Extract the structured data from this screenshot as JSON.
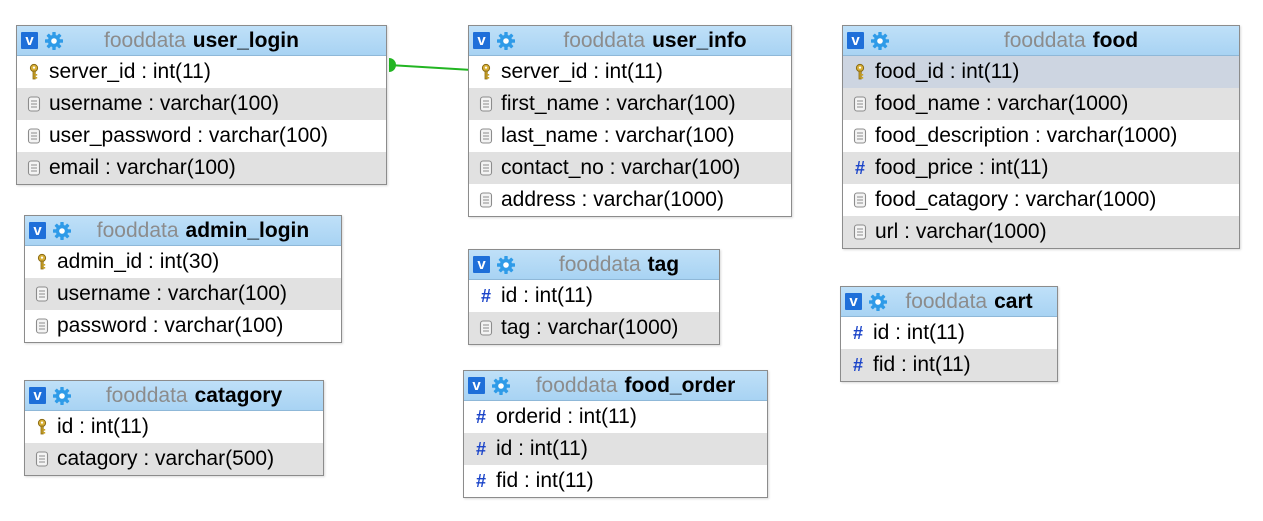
{
  "db": "fooddata",
  "tables": {
    "user_login": {
      "name": "user_login",
      "columns": [
        {
          "text": "server_id : int(11)",
          "icon": "key-icon"
        },
        {
          "text": "username : varchar(100)",
          "icon": "column-icon"
        },
        {
          "text": "user_password : varchar(100)",
          "icon": "column-icon"
        },
        {
          "text": "email : varchar(100)",
          "icon": "column-icon"
        }
      ]
    },
    "admin_login": {
      "name": "admin_login",
      "columns": [
        {
          "text": "admin_id : int(30)",
          "icon": "key-icon"
        },
        {
          "text": "username : varchar(100)",
          "icon": "column-icon"
        },
        {
          "text": "password : varchar(100)",
          "icon": "column-icon"
        }
      ]
    },
    "catagory": {
      "name": "catagory",
      "columns": [
        {
          "text": "id : int(11)",
          "icon": "key-icon"
        },
        {
          "text": "catagory : varchar(500)",
          "icon": "column-icon"
        }
      ]
    },
    "user_info": {
      "name": "user_info",
      "columns": [
        {
          "text": "server_id : int(11)",
          "icon": "key-icon"
        },
        {
          "text": "first_name : varchar(100)",
          "icon": "column-icon"
        },
        {
          "text": "last_name : varchar(100)",
          "icon": "column-icon"
        },
        {
          "text": "contact_no : varchar(100)",
          "icon": "column-icon"
        },
        {
          "text": "address : varchar(1000)",
          "icon": "column-icon"
        }
      ]
    },
    "tag": {
      "name": "tag",
      "columns": [
        {
          "text": "id : int(11)",
          "icon": "hash-icon"
        },
        {
          "text": "tag : varchar(1000)",
          "icon": "column-icon"
        }
      ]
    },
    "food_order": {
      "name": "food_order",
      "columns": [
        {
          "text": "orderid : int(11)",
          "icon": "hash-icon"
        },
        {
          "text": "id : int(11)",
          "icon": "hash-icon"
        },
        {
          "text": "fid : int(11)",
          "icon": "hash-icon"
        }
      ]
    },
    "food": {
      "name": "food",
      "columns": [
        {
          "text": "food_id : int(11)",
          "icon": "key-icon"
        },
        {
          "text": "food_name : varchar(1000)",
          "icon": "column-icon"
        },
        {
          "text": "food_description : varchar(1000)",
          "icon": "column-icon"
        },
        {
          "text": "food_price : int(11)",
          "icon": "hash-icon"
        },
        {
          "text": "food_catagory : varchar(1000)",
          "icon": "column-icon"
        },
        {
          "text": "url : varchar(1000)",
          "icon": "column-icon"
        }
      ]
    },
    "cart": {
      "name": "cart",
      "columns": [
        {
          "text": "id : int(11)",
          "icon": "hash-icon"
        },
        {
          "text": "fid : int(11)",
          "icon": "hash-icon"
        }
      ]
    }
  },
  "relation": {
    "from": "user_login.server_id",
    "to": "user_info.server_id",
    "color": "#22b522"
  },
  "colors": {
    "header": "#b3dbf7",
    "toggle": "#1e6fd9",
    "alt_row": "#e1e1e1",
    "hash": "#1c45c9",
    "key": "#c9a227"
  }
}
